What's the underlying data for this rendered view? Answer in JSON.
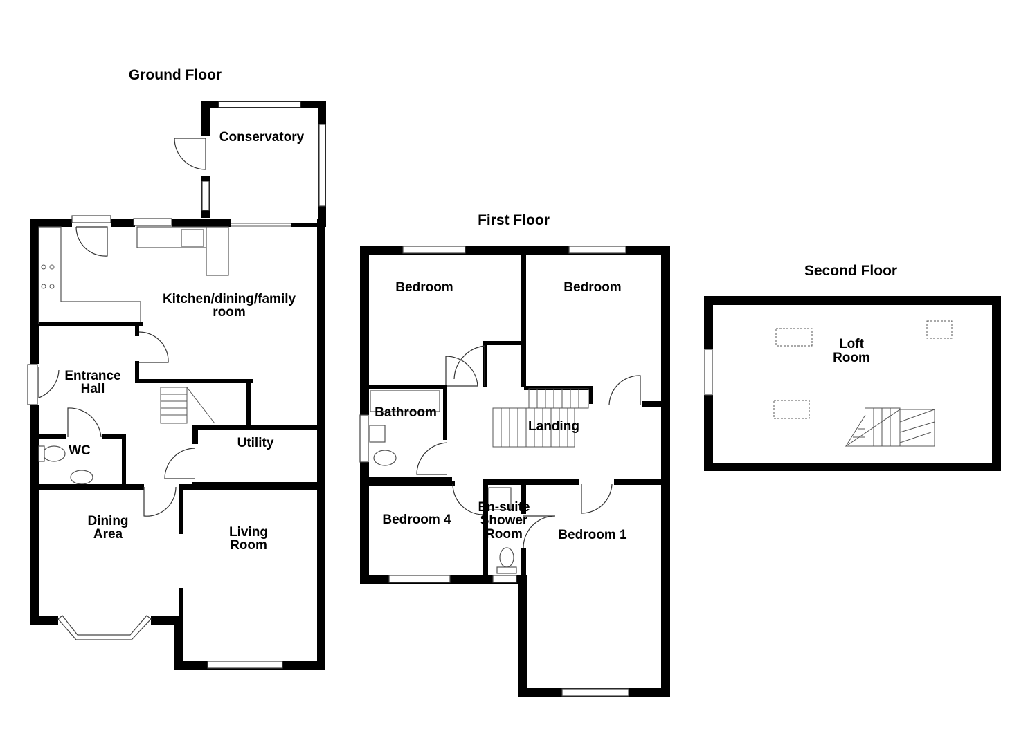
{
  "floors": {
    "ground": {
      "title": "Ground Floor",
      "rooms": {
        "conservatory": [
          "Conservatory"
        ],
        "kitchen": [
          "Kitchen/dining/family",
          "room"
        ],
        "entrance_hall": [
          "Entrance",
          "Hall"
        ],
        "wc": [
          "WC"
        ],
        "utility": [
          "Utility"
        ],
        "dining": [
          "Dining",
          "Area"
        ],
        "living": [
          "Living",
          "Room"
        ]
      }
    },
    "first": {
      "title": "First Floor",
      "rooms": {
        "bedroom_a": [
          "Bedroom"
        ],
        "bedroom_b": [
          "Bedroom"
        ],
        "bathroom": [
          "Bathroom"
        ],
        "landing": [
          "Landing"
        ],
        "bedroom_4": [
          "Bedroom 4"
        ],
        "ensuite": [
          "En-suite",
          "Shower",
          "Room"
        ],
        "bedroom_1": [
          "Bedroom 1"
        ]
      }
    },
    "second": {
      "title": "Second Floor",
      "rooms": {
        "loft": [
          "Loft",
          "Room"
        ]
      }
    }
  }
}
